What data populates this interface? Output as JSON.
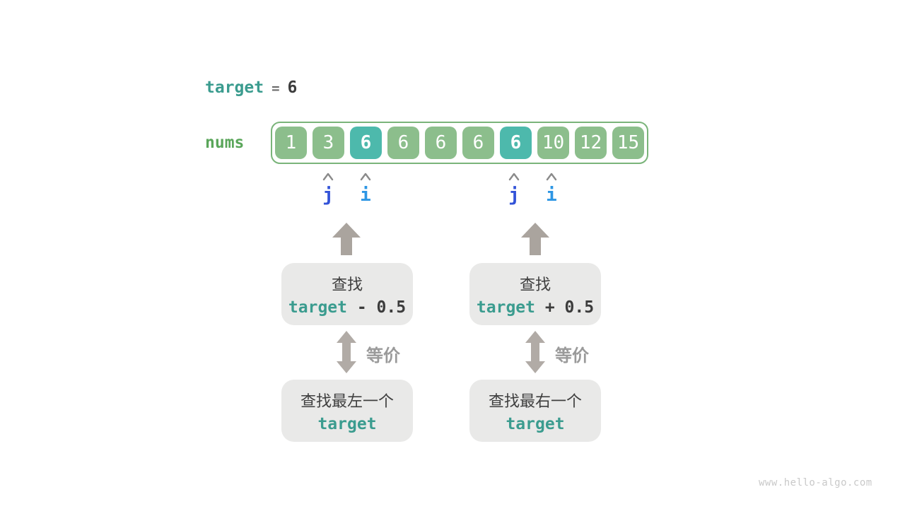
{
  "colors": {
    "teal_keyword": "#3b9c8f",
    "dark_text": "#3c3c3c",
    "green_label": "#5aa65a",
    "cell_green": "#8cbe8c",
    "cell_highlight_teal": "#4db9ac",
    "array_border_green": "#7ab47a",
    "pointer_j_blue": "#3353d8",
    "pointer_i_blue": "#2d96e4",
    "arrow_gray": "#aaa49e",
    "equiv_gray": "#9a9a9a",
    "box_bg": "#e9e9e8",
    "watermark_gray": "#c9c9c9"
  },
  "header": {
    "keyword": "target",
    "operator": "=",
    "value": "6"
  },
  "array": {
    "label": "nums",
    "cells": [
      {
        "value": "1",
        "highlighted": false
      },
      {
        "value": "3",
        "highlighted": false
      },
      {
        "value": "6",
        "highlighted": true
      },
      {
        "value": "6",
        "highlighted": false
      },
      {
        "value": "6",
        "highlighted": false
      },
      {
        "value": "6",
        "highlighted": false
      },
      {
        "value": "6",
        "highlighted": true
      },
      {
        "value": "10",
        "highlighted": false
      },
      {
        "value": "12",
        "highlighted": false
      },
      {
        "value": "15",
        "highlighted": false
      }
    ]
  },
  "pointers": {
    "left_pair": {
      "j": "j",
      "i": "i"
    },
    "right_pair": {
      "j": "j",
      "i": "i"
    }
  },
  "flow_left": {
    "top_box": {
      "line1": "查找",
      "keyword": "target",
      "suffix": " - 0.5"
    },
    "equiv_label": "等价",
    "bottom_box": {
      "line1": "查找最左一个",
      "keyword": "target"
    }
  },
  "flow_right": {
    "top_box": {
      "line1": "查找",
      "keyword": "target",
      "suffix": " + 0.5"
    },
    "equiv_label": "等价",
    "bottom_box": {
      "line1": "查找最右一个",
      "keyword": "target"
    }
  },
  "watermark": "www.hello-algo.com"
}
